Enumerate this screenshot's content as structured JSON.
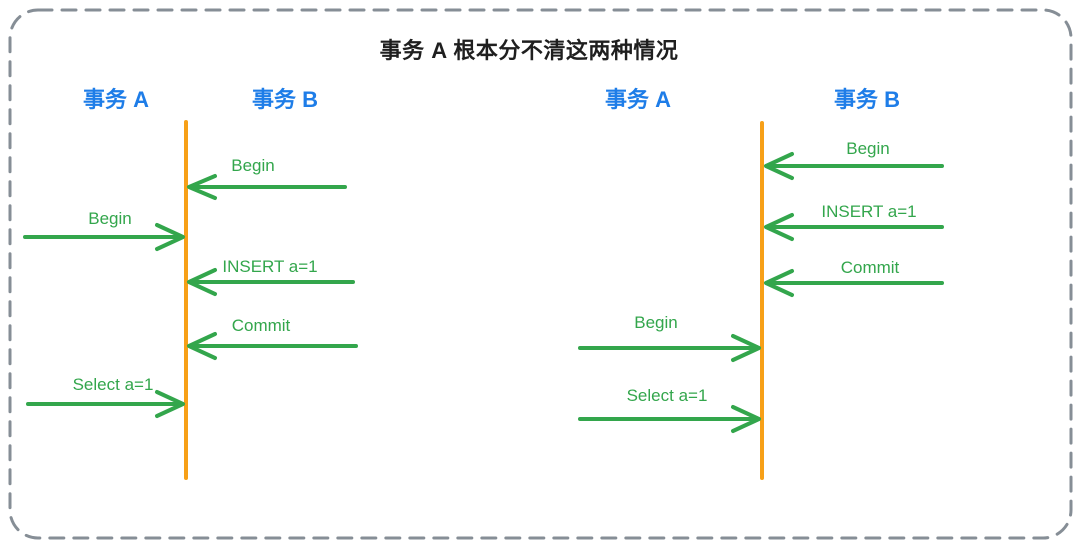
{
  "title": "事务 A 根本分不清这两种情况",
  "colors": {
    "arrow_green": "#33a64c",
    "lifeline_orange": "#f7a018",
    "actor_blue": "#1e7de8",
    "border_gray": "#868e96",
    "title_dark": "#1f1f1f"
  },
  "left_diagram": {
    "actor_a": {
      "label": "事务 A"
    },
    "actor_b": {
      "label": "事务 B"
    },
    "lifeline": "timeline-of-transaction-A",
    "messages": [
      {
        "label": "Begin",
        "from": "事务 B",
        "direction": "right-to-left"
      },
      {
        "label": "Begin",
        "from": "事务 A",
        "direction": "left-to-right"
      },
      {
        "label": "INSERT a=1",
        "from": "事务 B",
        "direction": "right-to-left"
      },
      {
        "label": "Commit",
        "from": "事务 B",
        "direction": "right-to-left"
      },
      {
        "label": "Select a=1",
        "from": "事务 A",
        "direction": "left-to-right"
      }
    ]
  },
  "right_diagram": {
    "actor_a": {
      "label": "事务 A"
    },
    "actor_b": {
      "label": "事务 B"
    },
    "lifeline": "timeline-of-transaction-A",
    "messages": [
      {
        "label": "Begin",
        "from": "事务 B",
        "direction": "right-to-left"
      },
      {
        "label": "INSERT a=1",
        "from": "事务 B",
        "direction": "right-to-left"
      },
      {
        "label": "Commit",
        "from": "事务 B",
        "direction": "right-to-left"
      },
      {
        "label": "Begin",
        "from": "事务 A",
        "direction": "left-to-right"
      },
      {
        "label": "Select a=1",
        "from": "事务 A",
        "direction": "left-to-right"
      }
    ]
  }
}
